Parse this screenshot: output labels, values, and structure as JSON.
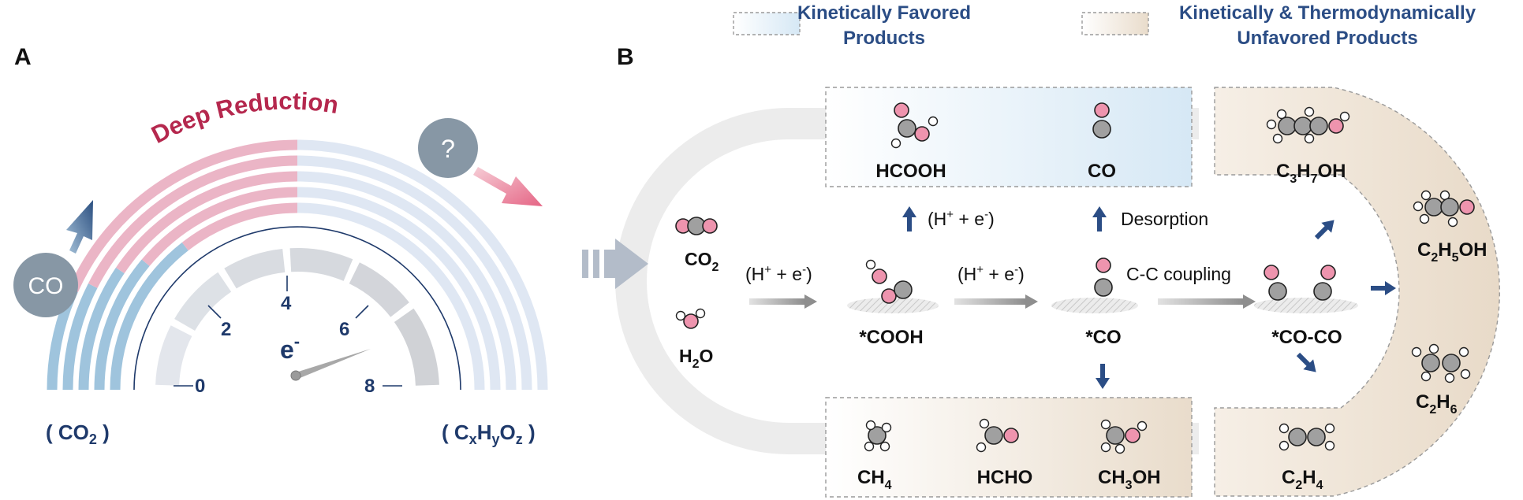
{
  "panel_a": {
    "letter": "A",
    "title": "Deep Reduction",
    "left_reactant": "CO",
    "unknown_symbol": "?",
    "electron_symbol": "e",
    "electron_sup": "-",
    "gauge_ticks": [
      "0",
      "2",
      "4",
      "6",
      "8"
    ],
    "start_label": {
      "open": "( CO",
      "sub": "2",
      "close": " )"
    },
    "end_label": {
      "open": "( C",
      "s1": "x",
      "m1": "H",
      "s2": "y",
      "m2": "O",
      "s3": "z",
      "close": " )"
    }
  },
  "panel_b": {
    "letter": "B",
    "legend": {
      "favored_line1": "Kinetically Favored",
      "favored_line2": "Products",
      "unfavored_line1": "Kinetically & Thermodynamically",
      "unfavored_line2": "Unfavored Products"
    },
    "reactants": {
      "co2": {
        "main": "CO",
        "sub": "2"
      },
      "h2o": {
        "main": "H",
        "sub": "2",
        "tail": "O"
      }
    },
    "steps": {
      "pce1": {
        "open": "(H",
        "sup1": "+",
        "mid": " + e",
        "sup2": "-",
        "close": ")"
      },
      "pce2": {
        "open": "(H",
        "sup1": "+",
        "mid": " + e",
        "sup2": "-",
        "close": ")"
      },
      "pce3": {
        "open": "(H",
        "sup1": "+",
        "mid": " + e",
        "sup2": "-",
        "close": ")"
      },
      "desorption": "Desorption",
      "coupling": "C-C coupling"
    },
    "intermediates": {
      "cooh": "*COOH",
      "co": "*CO",
      "coco": "*CO-CO"
    },
    "favored_products": {
      "hcooh": "HCOOH",
      "co": "CO"
    },
    "lower_products": {
      "ch4": {
        "main": "CH",
        "sub": "4"
      },
      "hcho": "HCHO",
      "ch3oh": {
        "a": "CH",
        "sub": "3",
        "b": "OH"
      }
    },
    "c2_products": {
      "c3h7oh": {
        "a": "C",
        "s1": "3",
        "b": "H",
        "s2": "7",
        "c": "OH"
      },
      "c2h5oh": {
        "a": "C",
        "s1": "2",
        "b": "H",
        "s2": "5",
        "c": "OH"
      },
      "c2h6": {
        "a": "C",
        "s1": "2",
        "b": "H",
        "s2": "6"
      },
      "c2h4": {
        "a": "C",
        "s1": "2",
        "b": "H",
        "s2": "4"
      }
    }
  },
  "colors": {
    "navy": "#1f3a6b",
    "crimson": "#b5284e",
    "arc_blue": "#9fc4dd",
    "arc_pink": "#ebb5c6",
    "arc_faint": "#dfe7f3",
    "oxygen": "#e891a9",
    "carbon": "#9b9b9b",
    "track_gray": "#ececec",
    "favored_box": "#dcebf6",
    "unfavored_box": "#efe3d4"
  }
}
